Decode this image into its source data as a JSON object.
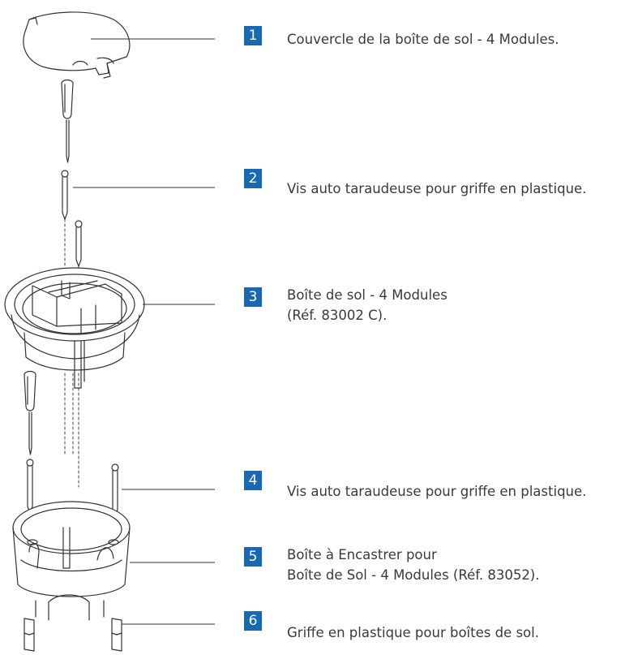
{
  "accent_color": "#1769b3",
  "callouts": [
    {
      "number": "1",
      "lines": [
        "Couvercle de la boîte de sol - 4 Modules."
      ]
    },
    {
      "number": "2",
      "lines": [
        "Vis auto taraudeuse pour griffe en plastique."
      ]
    },
    {
      "number": "3",
      "lines": [
        "Boîte de sol - 4 Modules",
        "(Réf. 83002 C)."
      ]
    },
    {
      "number": "4",
      "lines": [
        "Vis auto taraudeuse pour griffe en plastique."
      ]
    },
    {
      "number": "5",
      "lines": [
        "Boîte à Encastrer pour",
        "Boîte de Sol - 4 Modules (Réf. 83052)."
      ]
    },
    {
      "number": "6",
      "lines": [
        "Griffe en plastique pour boîtes de sol."
      ]
    }
  ]
}
